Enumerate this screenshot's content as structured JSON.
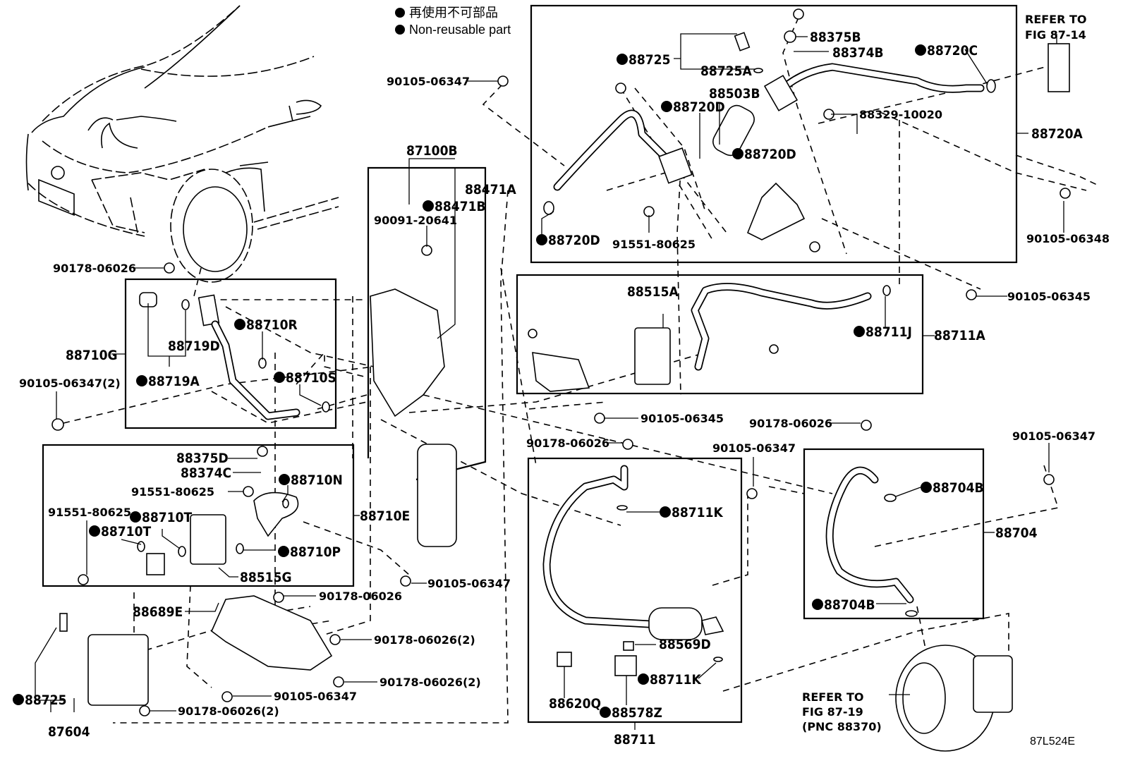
{
  "legend": {
    "items": [
      {
        "icon": "filled-circle",
        "text": "再使用不可部品"
      },
      {
        "icon": "filled-circle",
        "text": "Non-reusable part"
      }
    ]
  },
  "figure_code": "87L524E",
  "references": {
    "fig_87_14": [
      "REFER TO",
      "FIG 87-14"
    ],
    "fig_87_19": [
      "REFER TO",
      "FIG 87-19",
      "(PNC 88370)"
    ]
  },
  "groups": {
    "g88720A": "88720A",
    "g87100B": "87100B",
    "g88711A": "88711A",
    "g88710G": "88710G",
    "g88710E": "88710E",
    "g88711": "88711",
    "g88704": "88704",
    "g87604": "87604"
  },
  "parts": {
    "p88725_top": {
      "no": "88725",
      "non_reusable": true
    },
    "p88725A": {
      "no": "88725A",
      "non_reusable": false
    },
    "p88375B": {
      "no": "88375B",
      "non_reusable": false
    },
    "p88374B": {
      "no": "88374B",
      "non_reusable": false
    },
    "p88720C": {
      "no": "88720C",
      "non_reusable": true
    },
    "p88503B": {
      "no": "88503B",
      "non_reusable": false
    },
    "p88720D_a": {
      "no": "88720D",
      "non_reusable": true
    },
    "p88720D_b": {
      "no": "88720D",
      "non_reusable": true
    },
    "p88720D_c": {
      "no": "88720D",
      "non_reusable": true
    },
    "p88329": {
      "no": "88329-10020",
      "non_reusable": false
    },
    "p91551_top": {
      "no": "91551-80625",
      "non_reusable": false
    },
    "p90105_06348": {
      "no": "90105-06348",
      "non_reusable": false
    },
    "p90105_06345_r": {
      "no": "90105-06345",
      "non_reusable": false
    },
    "p90105_06347_top": {
      "no": "90105-06347",
      "non_reusable": false
    },
    "p88471A": {
      "no": "88471A",
      "non_reusable": false
    },
    "p88471B": {
      "no": "88471B",
      "non_reusable": true
    },
    "p90091": {
      "no": "90091-20641",
      "non_reusable": false
    },
    "p90178_car": {
      "no": "90178-06026",
      "non_reusable": false
    },
    "p88710R": {
      "no": "88710R",
      "non_reusable": true
    },
    "p88719D": {
      "no": "88719D",
      "non_reusable": false
    },
    "p88719A": {
      "no": "88719A",
      "non_reusable": true
    },
    "p88710S": {
      "no": "88710S",
      "non_reusable": true
    },
    "p90105_2_left": {
      "no": "90105-06347(2)",
      "non_reusable": false
    },
    "p88515A": {
      "no": "88515A",
      "non_reusable": false
    },
    "p88711J": {
      "no": "88711J",
      "non_reusable": true
    },
    "p90105_06345_m": {
      "no": "90105-06345",
      "non_reusable": false
    },
    "p90178_mid": {
      "no": "90178-06026",
      "non_reusable": false
    },
    "p90105_06347_mid": {
      "no": "90105-06347",
      "non_reusable": false
    },
    "p90178_right": {
      "no": "90178-06026",
      "non_reusable": false
    },
    "p90105_06347_right": {
      "no": "90105-06347",
      "non_reusable": false
    },
    "p88375D": {
      "no": "88375D",
      "non_reusable": false
    },
    "p88374C": {
      "no": "88374C",
      "non_reusable": false
    },
    "p88710N": {
      "no": "88710N",
      "non_reusable": true
    },
    "p91551_a": {
      "no": "91551-80625",
      "non_reusable": false
    },
    "p91551_b": {
      "no": "91551-80625",
      "non_reusable": false
    },
    "p88710T_a": {
      "no": "88710T",
      "non_reusable": true
    },
    "p88710T_b": {
      "no": "88710T",
      "non_reusable": true
    },
    "p88710P": {
      "no": "88710P",
      "non_reusable": true
    },
    "p88515G": {
      "no": "88515G",
      "non_reusable": false
    },
    "p90105_06347_box": {
      "no": "90105-06347",
      "non_reusable": false
    },
    "p88711K_a": {
      "no": "88711K",
      "non_reusable": true
    },
    "p88711K_b": {
      "no": "88711K",
      "non_reusable": true
    },
    "p88704B_a": {
      "no": "88704B",
      "non_reusable": true
    },
    "p88704B_b": {
      "no": "88704B",
      "non_reusable": true
    },
    "p88689E": {
      "no": "88689E",
      "non_reusable": false
    },
    "p90178_brkt": {
      "no": "90178-06026",
      "non_reusable": false
    },
    "p90178_2_a": {
      "no": "90178-06026(2)",
      "non_reusable": false
    },
    "p90178_2_b": {
      "no": "90178-06026(2)",
      "non_reusable": false
    },
    "p90105_06347_low": {
      "no": "90105-06347",
      "non_reusable": false
    },
    "p90178_2_c": {
      "no": "90178-06026(2)",
      "non_reusable": false
    },
    "p88725_low": {
      "no": "88725",
      "non_reusable": true
    },
    "p88569D": {
      "no": "88569D",
      "non_reusable": false
    },
    "p88620Q": {
      "no": "88620Q",
      "non_reusable": false
    },
    "p88578Z": {
      "no": "88578Z",
      "non_reusable": true
    }
  }
}
